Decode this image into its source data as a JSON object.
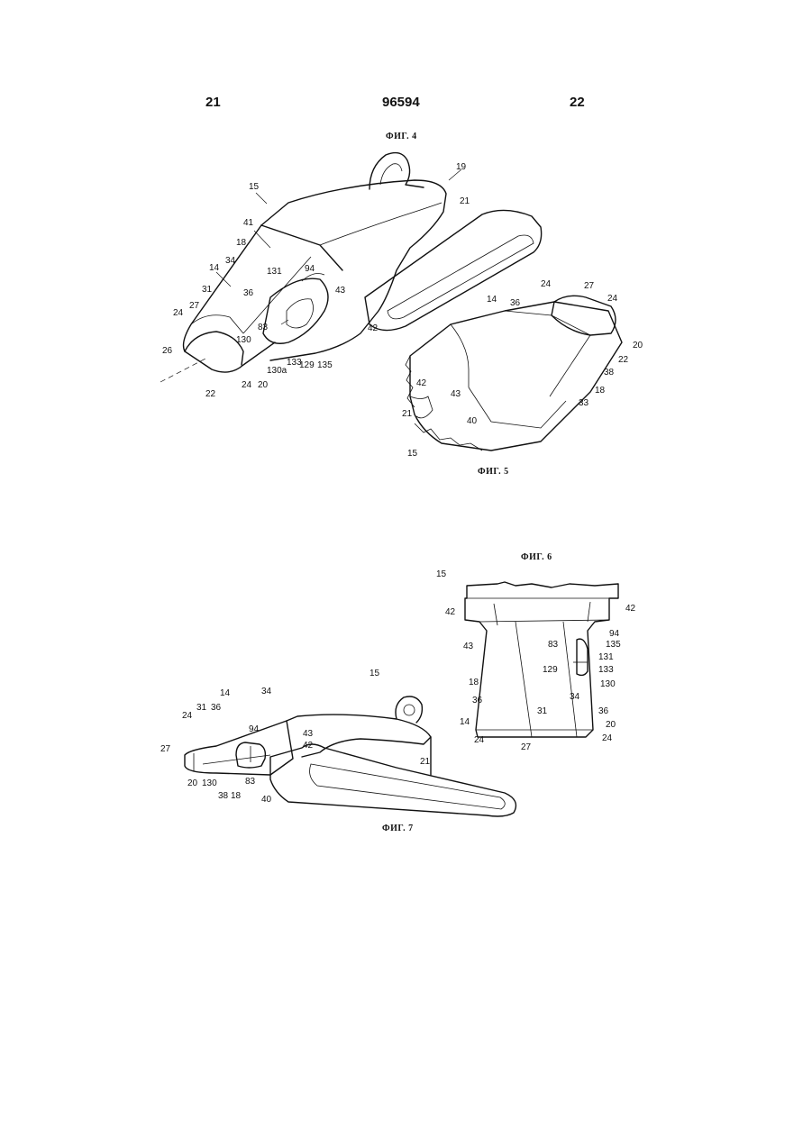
{
  "header": {
    "left_page": "21",
    "patent_number": "96594",
    "right_page": "22"
  },
  "captions": {
    "fig4": "ФИГ. 4",
    "fig5": "ФИГ. 5",
    "fig6": "ФИГ. 6",
    "fig7": "ФИГ. 7"
  },
  "fig4_labels": [
    "15",
    "19",
    "21",
    "41",
    "18",
    "34",
    "14",
    "31",
    "27",
    "24",
    "26",
    "22",
    "36",
    "131",
    "94",
    "43",
    "83",
    "130",
    "133",
    "129",
    "135",
    "130a",
    "24",
    "20",
    "42"
  ],
  "fig5_labels": [
    "14",
    "36",
    "24",
    "27",
    "24",
    "20",
    "22",
    "38",
    "18",
    "33",
    "42",
    "43",
    "40",
    "21",
    "15"
  ],
  "fig6_labels": [
    "15",
    "42",
    "42",
    "43",
    "94",
    "83",
    "135",
    "131",
    "129",
    "133",
    "18",
    "130",
    "36",
    "34",
    "36",
    "14",
    "31",
    "20",
    "24",
    "27",
    "24"
  ],
  "fig7_labels": [
    "15",
    "14",
    "34",
    "31",
    "36",
    "24",
    "94",
    "43",
    "42",
    "27",
    "21",
    "20",
    "130",
    "38",
    "18",
    "83",
    "40"
  ]
}
